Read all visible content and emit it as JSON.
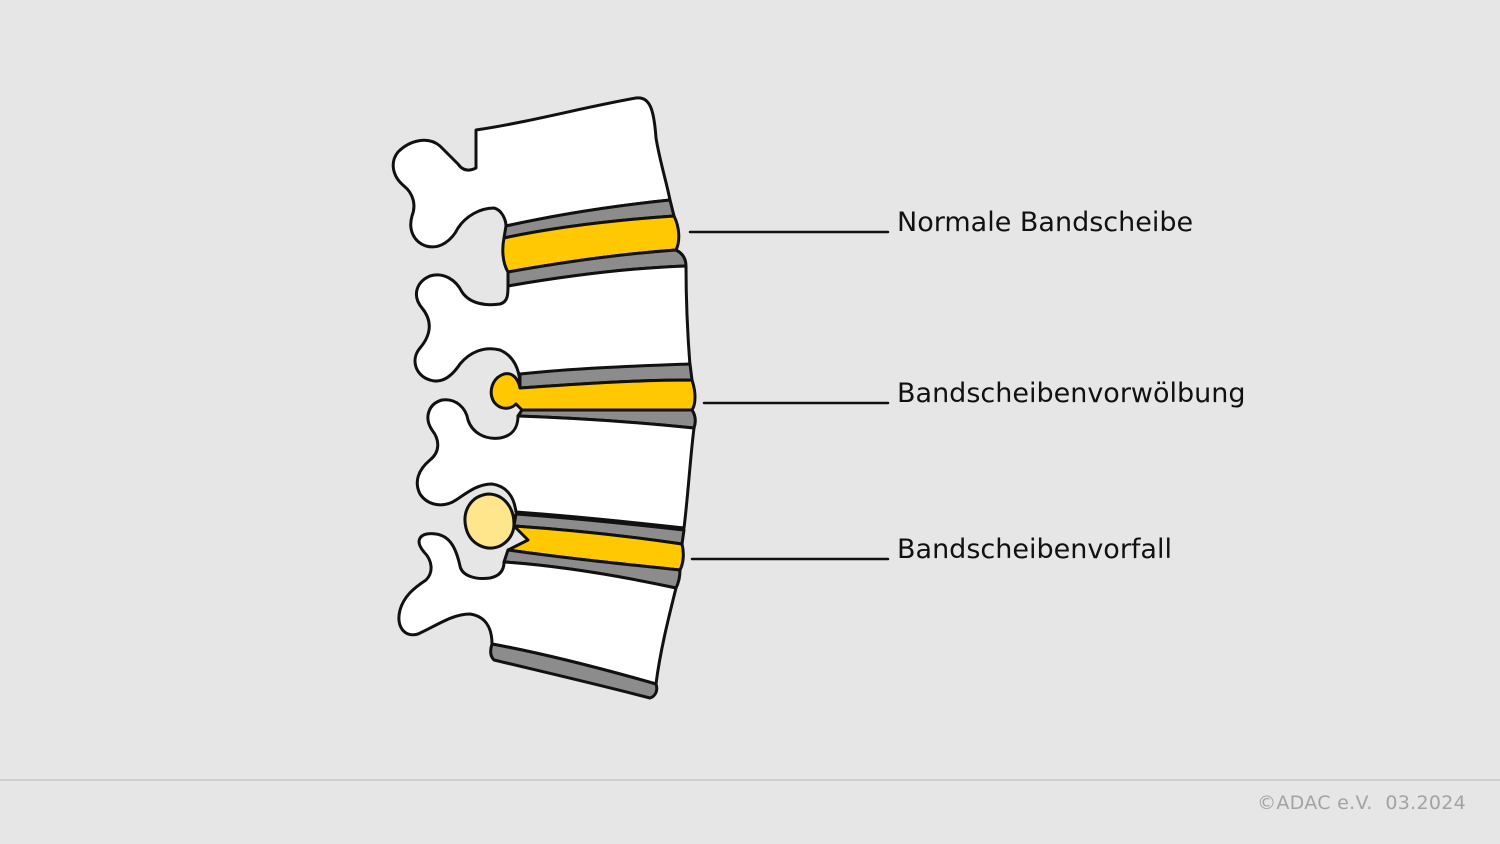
{
  "labels": {
    "normal_disc": "Normale Bandscheibe",
    "disc_bulge": "Bandscheibenvorwölbung",
    "disc_herniation": "Bandscheibenvorfall"
  },
  "footer": {
    "copyright": "©ADAC e.V.  03.2024"
  },
  "colors": {
    "background": "#e6e6e6",
    "bone": "#ffffff",
    "endplate": "#8c8c8c",
    "disc": "#ffc800",
    "herniated_material": "#ffe68c",
    "outline": "#111111",
    "footer_text": "#a3a3a3"
  }
}
